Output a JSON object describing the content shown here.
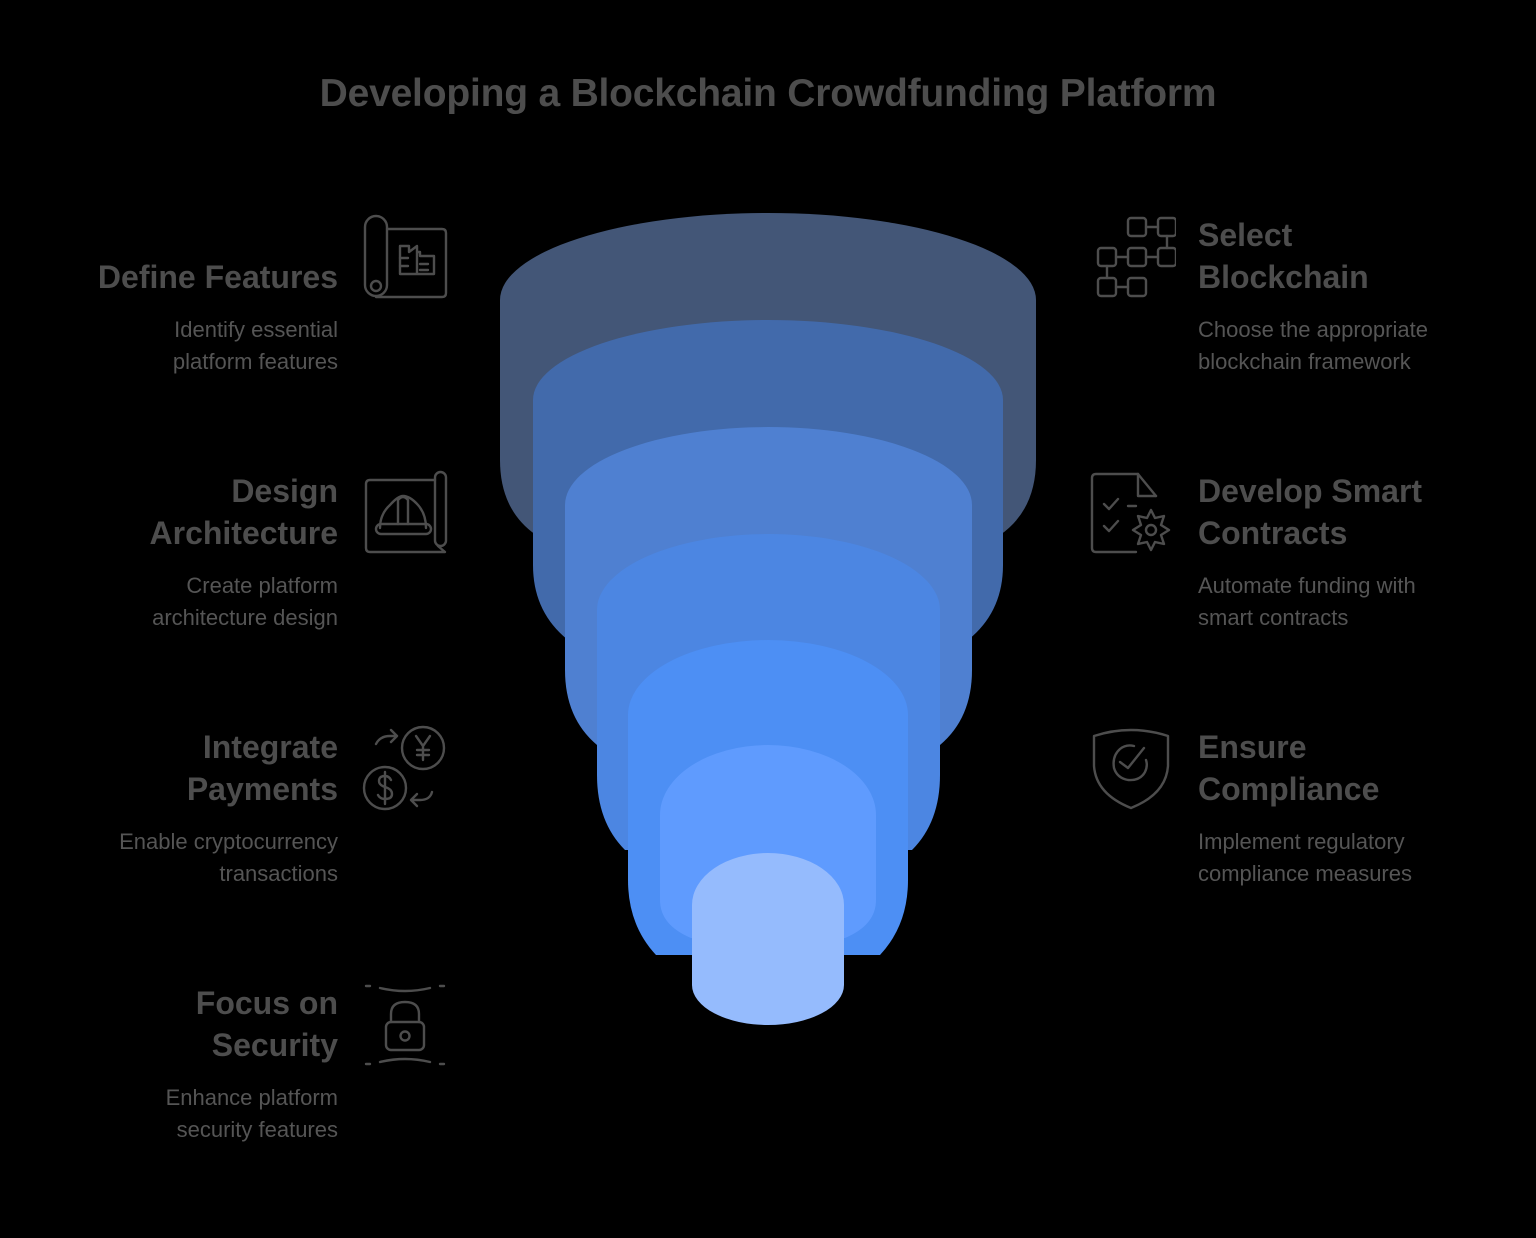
{
  "title": "Developing a Blockchain Crowdfunding Platform",
  "colors": {
    "background": "#000000",
    "text": "#4d4d4d",
    "layers": [
      "#435677",
      "#426aab",
      "#4f80d1",
      "#4c86e2",
      "#4d8ff4",
      "#5f9bfe",
      "#95bbfd"
    ]
  },
  "left_steps": [
    {
      "icon": "blueprint-scroll-icon",
      "title_lines": [
        "Define Features"
      ],
      "desc_lines": [
        "Identify essential",
        "platform features"
      ]
    },
    {
      "icon": "hardhat-blueprint-icon",
      "title_lines": [
        "Design",
        "Architecture"
      ],
      "desc_lines": [
        "Create platform",
        "architecture design"
      ]
    },
    {
      "icon": "currency-exchange-icon",
      "title_lines": [
        "Integrate",
        "Payments"
      ],
      "desc_lines": [
        "Enable cryptocurrency",
        "transactions"
      ]
    },
    {
      "icon": "padlock-icon",
      "title_lines": [
        "Focus on",
        "Security"
      ],
      "desc_lines": [
        "Enhance platform",
        "security features"
      ]
    }
  ],
  "right_steps": [
    {
      "icon": "blockchain-nodes-icon",
      "title_lines": [
        "Select",
        "Blockchain"
      ],
      "desc_lines": [
        "Choose the appropriate",
        "blockchain framework"
      ]
    },
    {
      "icon": "contract-gear-icon",
      "title_lines": [
        "Develop Smart",
        "Contracts"
      ],
      "desc_lines": [
        "Automate funding with",
        "smart contracts"
      ]
    },
    {
      "icon": "shield-check-icon",
      "title_lines": [
        "Ensure",
        "Compliance"
      ],
      "desc_lines": [
        "Implement regulatory",
        "compliance measures"
      ]
    }
  ]
}
